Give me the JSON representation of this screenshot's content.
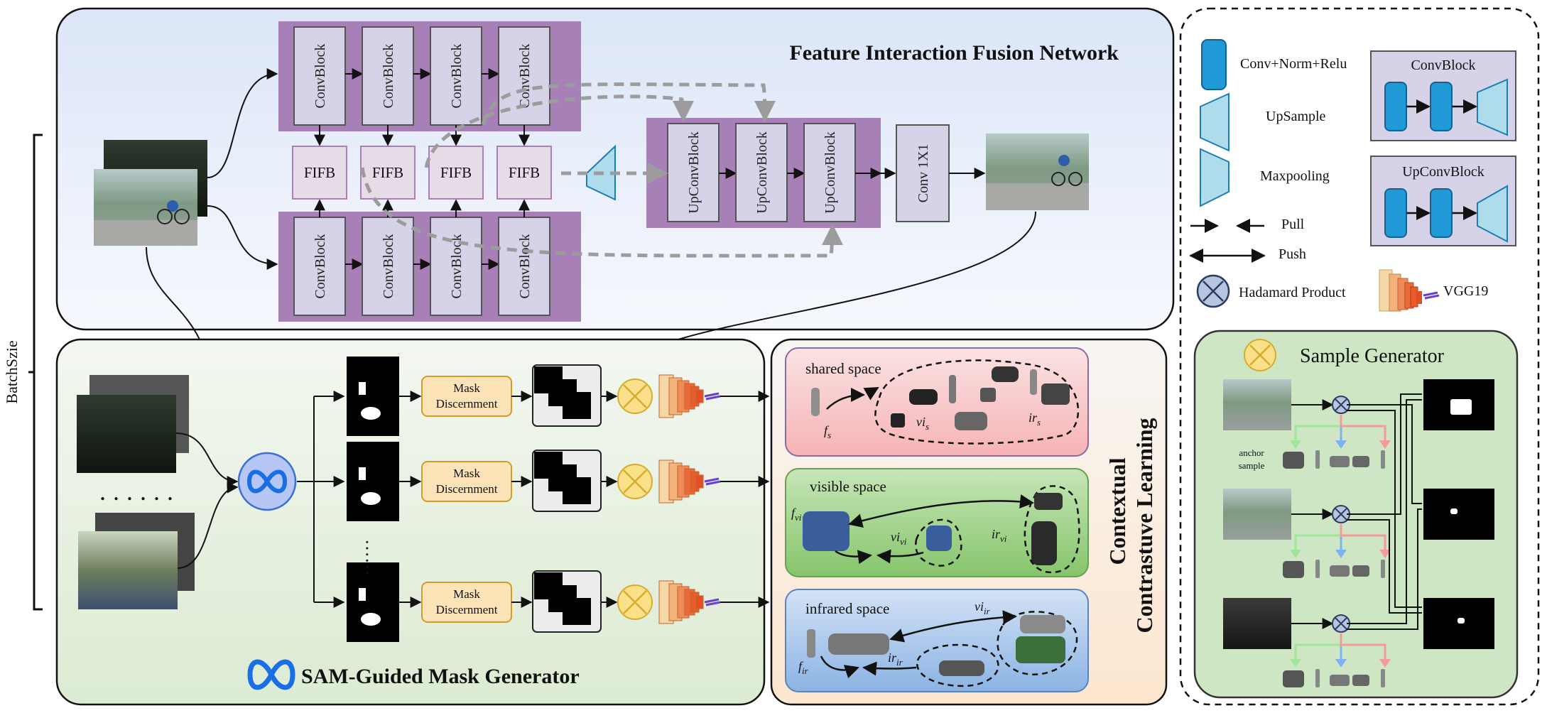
{
  "side_label": "BatchSzie",
  "fifn": {
    "title": "Feature Interaction Fusion Network",
    "encoder_block": "ConvBlock",
    "fifb": "FIFB",
    "decoder_block": "UpConvBlock",
    "conv1x1": "Conv 1X1"
  },
  "sam": {
    "title": "SAM-Guided Mask Generator",
    "discern_line1": "Mask",
    "discern_line2": "Discernment"
  },
  "ccl": {
    "title_line1": "Contextual",
    "title_line2": "Contrastuve Learning",
    "shared": {
      "title": "shared space",
      "f": "f",
      "f_sub": "s",
      "vi": "vi",
      "vi_sub": "s",
      "ir": "ir",
      "ir_sub": "s"
    },
    "visible": {
      "title": "visible space",
      "f": "f",
      "f_sub": "vi",
      "vi": "vi",
      "vi_sub": "vi",
      "ir": "ir",
      "ir_sub": "vi"
    },
    "infrared": {
      "title": "infrared space",
      "f": "f",
      "f_sub": "ir",
      "vi": "vi",
      "vi_sub": "ir",
      "ir": "ir",
      "ir_sub": "ir"
    }
  },
  "legend": {
    "conv": "Conv+Norm+Relu",
    "upsample": "UpSample",
    "maxpool": "Maxpooling",
    "pull": "Pull",
    "push": "Push",
    "hadamard": "Hadamard Product",
    "convblock": "ConvBlock",
    "upconvblock": "UpConvBlock",
    "vgg": "VGG19"
  },
  "sample_gen": {
    "title": "Sample Generator",
    "anchor_line1": "anchor",
    "anchor_line2": "sample"
  },
  "colors": {
    "fifn_bg": "#eaf0fb",
    "sam_bg": "#e9f3e4",
    "ccl_bg": "#fdf1e6",
    "purple": "#a880b8",
    "block_fill": "#d6d3e8",
    "fifb_fill": "#e8dbe8",
    "conv_blue": "#1f9ad6",
    "up_blue": "#aedcea",
    "mask_orange": "#fde3b8",
    "shared_bg": "#f9c9cb",
    "visible_bg": "#9fd48a",
    "infrared_bg": "#a9c7ea",
    "gen_bg": "#cfe6c5",
    "hadamard": "#fbe08a"
  }
}
